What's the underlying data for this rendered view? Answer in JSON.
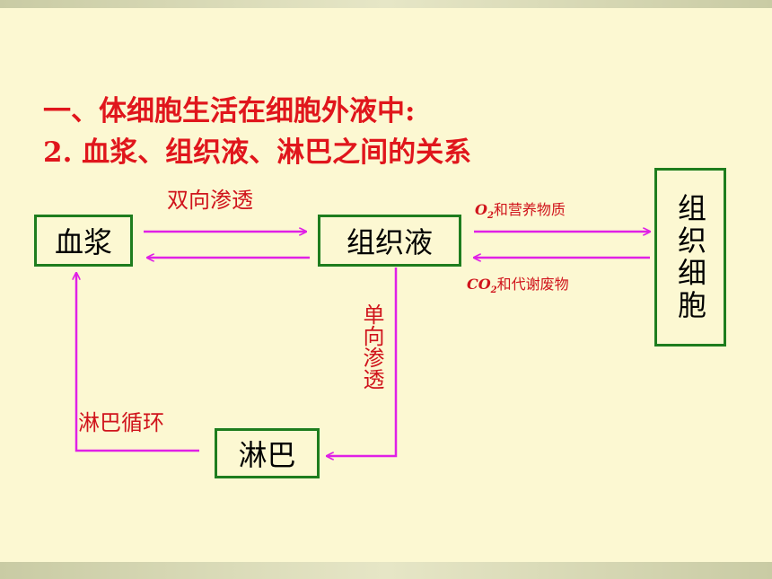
{
  "heading": {
    "line1": "一、体细胞生活在细胞外液中:",
    "line2": "2. 血浆、组织液、淋巴之间的关系"
  },
  "nodes": {
    "plasma": "血浆",
    "tissue_fluid": "组织液",
    "tissue_cells": "组织细胞",
    "lymph": "淋巴"
  },
  "labels": {
    "two_way": "双向渗透",
    "one_way": "单向渗透",
    "lymph_circulation": "淋巴循环",
    "o2_chem": "O",
    "o2_sub": "2",
    "o2_rest": "和营养物质",
    "co2_chem": "CO",
    "co2_sub": "2",
    "co2_rest": "和代谢废物"
  },
  "colors": {
    "title": "#e0161c",
    "box_border": "#1e7d1e",
    "arrow": "#e020e6",
    "label": "#d0141c"
  }
}
